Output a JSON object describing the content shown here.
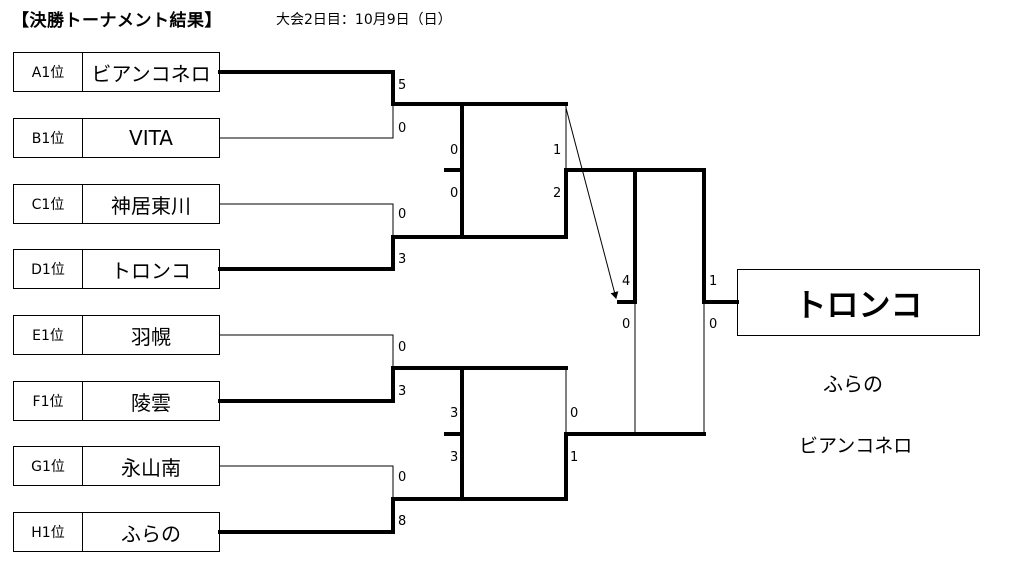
{
  "title": "【決勝トーナメント結果】",
  "subtitle": "大会2日目：10月9日（日）",
  "teams": [
    {
      "seed": "A1位",
      "name": "ビアンコネロ"
    },
    {
      "seed": "B1位",
      "name": "VITA"
    },
    {
      "seed": "C1位",
      "name": "神居東川"
    },
    {
      "seed": "D1位",
      "name": "トロンコ"
    },
    {
      "seed": "E1位",
      "name": "羽幌"
    },
    {
      "seed": "F1位",
      "name": "陵雲"
    },
    {
      "seed": "G1位",
      "name": "永山南"
    },
    {
      "seed": "H1位",
      "name": "ふらの"
    }
  ],
  "scores": {
    "r1": [
      "5",
      "0",
      "0",
      "3",
      "0",
      "3",
      "0",
      "8"
    ],
    "sf_top_left": [
      "0",
      "0"
    ],
    "sf_top_right": [
      "1",
      "2"
    ],
    "sf_bottom_left": [
      "3",
      "3"
    ],
    "sf_bottom_right": [
      "0",
      "1"
    ],
    "final_left": [
      "4",
      "0"
    ],
    "final_right": [
      "1",
      "0"
    ]
  },
  "champion": "トロンコ",
  "second": "ふらの",
  "third": "ビアンコネロ"
}
